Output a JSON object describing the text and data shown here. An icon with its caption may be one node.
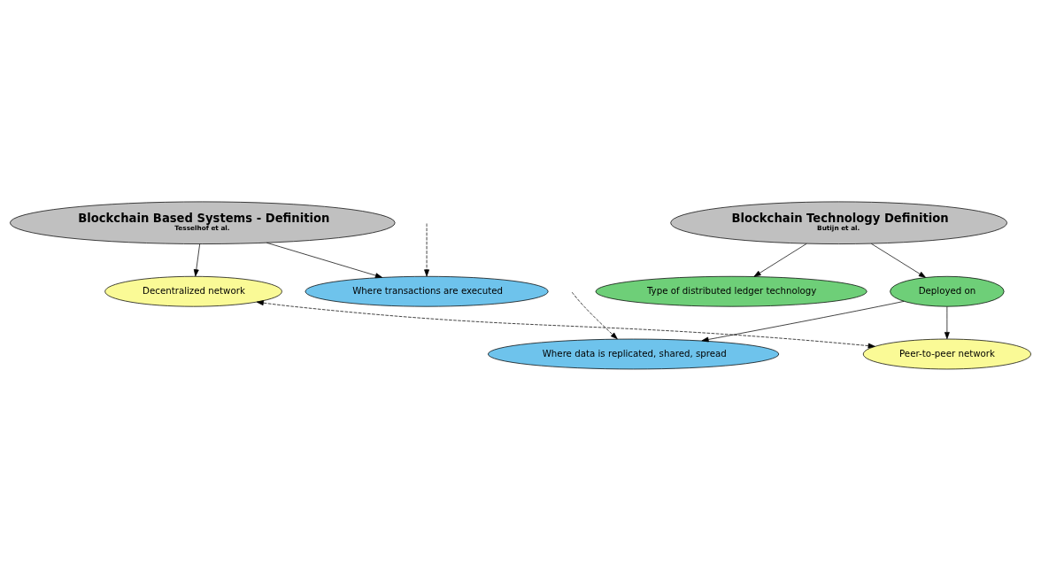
{
  "diagram": {
    "nodes": [
      {
        "text": [
          "Blockchain Based Systems - Definition",
          "Tesselhof et al."
        ]
      },
      {
        "text": [
          "Blockchain Technology Definition",
          "Butijn et al."
        ]
      },
      {
        "text": [
          "Decentralized network"
        ]
      },
      {
        "text": [
          "Where transactions are executed"
        ]
      },
      {
        "text": [
          "Type of distributed ledger technology"
        ]
      },
      {
        "text": [
          "Deployed on"
        ]
      },
      {
        "text": [
          "Peer-to-peer network"
        ]
      },
      {
        "text": [
          "Where data is replicated, shared, spread"
        ]
      }
    ],
    "edges": [
      {
        "from": 0,
        "to": 2,
        "arrow": "to"
      },
      {
        "from": 0,
        "to": 3,
        "arrow": "to"
      },
      {
        "from": 1,
        "to": 4,
        "arrow": "to"
      },
      {
        "from": 1,
        "to": 5,
        "arrow": "to"
      },
      {
        "from": 5,
        "to": 6,
        "arrow": "to"
      },
      {
        "from": 5,
        "to": 7,
        "arrow": "to"
      },
      {
        "from": 2,
        "to": 6,
        "arrow": "both",
        "style": "dashed"
      },
      {
        "from": null,
        "to": 3,
        "arrow": "to",
        "style": "dashed"
      },
      {
        "from": null,
        "to": 7,
        "arrow": "to",
        "style": "dashed"
      }
    ]
  }
}
